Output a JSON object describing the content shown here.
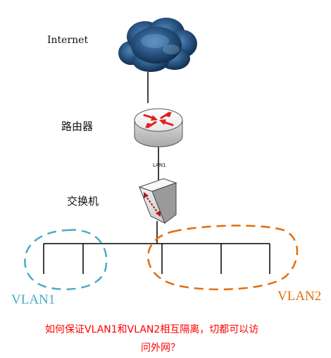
{
  "labels": {
    "internet": "Internet",
    "router": "路由器",
    "lan_port": "LAN1",
    "switch": "交换机",
    "vlan1": "VLAN1",
    "vlan2": "VLAN2"
  },
  "question": {
    "line1": "如何保证VLAN1和VLAN2相互隔离，切都可以访",
    "line2": "问外网？"
  },
  "colors": {
    "vlan1": "#4bacc6",
    "vlan2": "#e46c0a",
    "question": "#ff0000",
    "router_arrows": "#e02020",
    "cloud": "#1f3f63"
  },
  "icons": {
    "internet": "cloud-icon",
    "router": "router-icon",
    "switch": "switch-icon"
  }
}
